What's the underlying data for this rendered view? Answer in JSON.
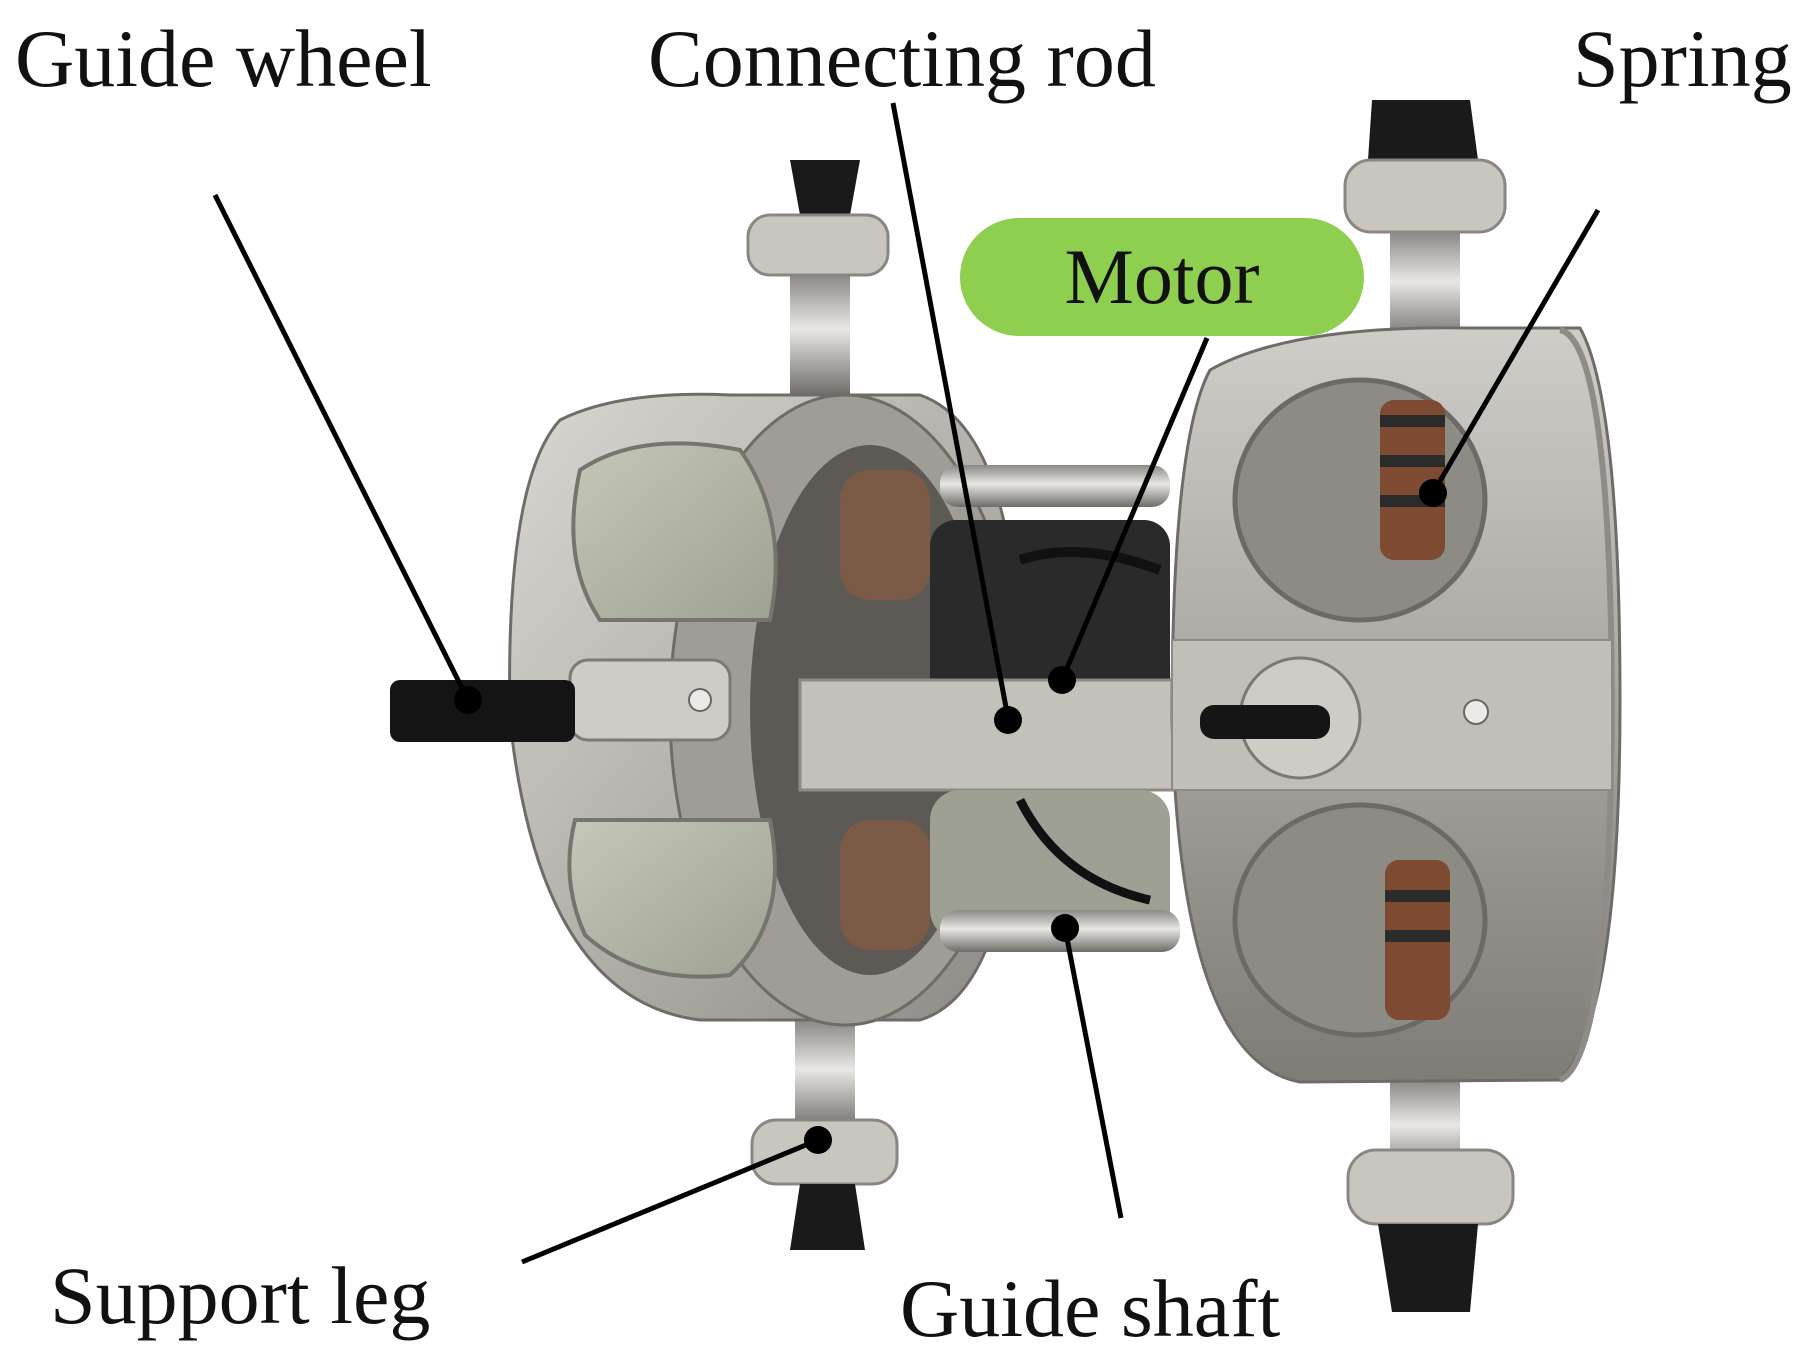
{
  "labels": {
    "guide_wheel": "Guide wheel",
    "connecting_rod": "Connecting rod",
    "spring": "Spring",
    "motor": "Motor",
    "support_leg": "Support leg",
    "guide_shaft": "Guide shaft"
  },
  "colors": {
    "motor_badge": "#8fcf4f",
    "leader_line": "#000000",
    "metal": "#b9b6b0",
    "background": "#ffffff"
  }
}
